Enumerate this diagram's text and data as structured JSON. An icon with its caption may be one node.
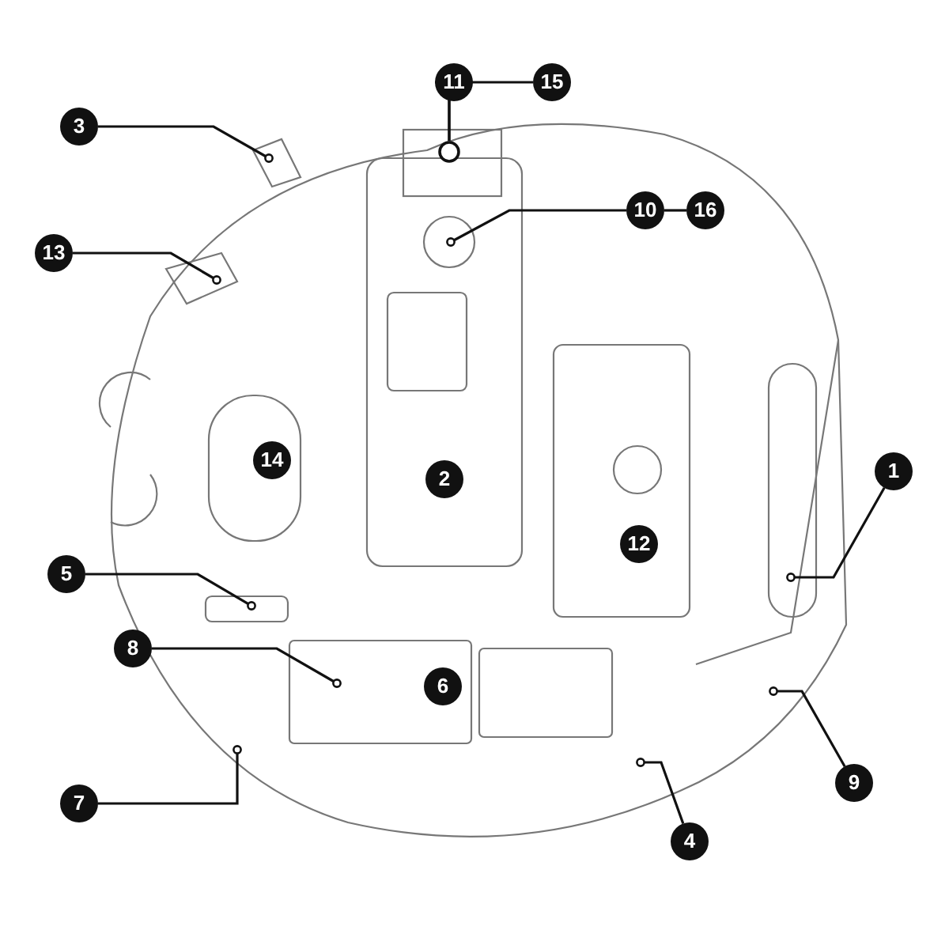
{
  "diagram": {
    "nodes": [
      {
        "text": [
          "11"
        ]
      },
      {
        "text": [
          "15"
        ]
      },
      {
        "text": [],
        "shape": "circle"
      },
      {
        "text": [
          "3"
        ]
      },
      {
        "text": [
          "10"
        ]
      },
      {
        "text": [
          "16"
        ]
      },
      {
        "text": [
          "13"
        ]
      },
      {
        "text": [
          "1"
        ]
      },
      {
        "text": [
          "5"
        ]
      },
      {
        "text": [
          "8"
        ]
      },
      {
        "text": [
          "9"
        ]
      },
      {
        "text": [
          "7"
        ]
      },
      {
        "text": [
          "4"
        ]
      },
      {
        "text": [
          "14"
        ]
      },
      {
        "text": [
          "2"
        ]
      },
      {
        "text": [
          "12"
        ]
      },
      {
        "text": [
          "6"
        ]
      }
    ],
    "edges": [
      {
        "from": 0,
        "to": 2,
        "arrow": "none"
      },
      {
        "from": 1,
        "to": 2,
        "arrow": "none"
      },
      {
        "from": 3,
        "to": null,
        "arrow": "other"
      },
      {
        "from": 4,
        "to": null,
        "arrow": "other"
      },
      {
        "from": 5,
        "to": 4,
        "arrow": "none"
      },
      {
        "from": 6,
        "to": null,
        "arrow": "other"
      },
      {
        "from": 7,
        "to": null,
        "arrow": "other"
      },
      {
        "from": 8,
        "to": null,
        "arrow": "other"
      },
      {
        "from": 9,
        "to": null,
        "arrow": "other"
      },
      {
        "from": 10,
        "to": null,
        "arrow": "other"
      },
      {
        "from": 11,
        "to": null,
        "arrow": "other"
      },
      {
        "from": 12,
        "to": null,
        "arrow": "other"
      }
    ]
  }
}
